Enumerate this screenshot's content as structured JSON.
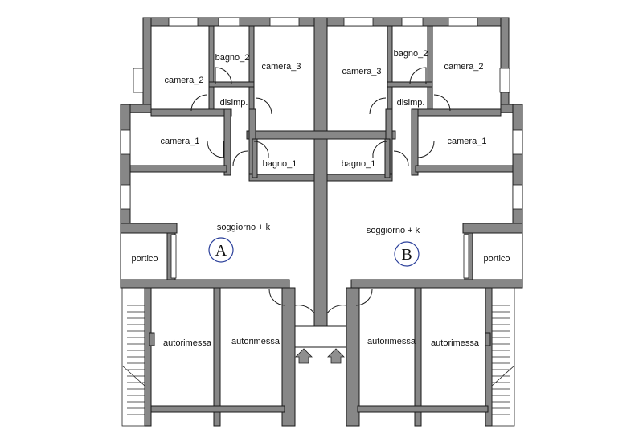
{
  "plan": {
    "units": [
      {
        "id": "A",
        "color": "#2a3f9a"
      },
      {
        "id": "B",
        "color": "#2a3f9a"
      }
    ],
    "rooms_left": {
      "camera_2": "camera_2",
      "bagno_2": "bagno_2",
      "camera_3": "camera_3",
      "disimp": "disimp.",
      "camera_1": "camera_1",
      "bagno_1": "bagno_1",
      "soggiorno": "soggiorno + k",
      "portico": "portico",
      "autorimessa_1": "autorimessa",
      "autorimessa_2": "autorimessa"
    },
    "rooms_right": {
      "camera_3": "camera_3",
      "bagno_2": "bagno_2",
      "camera_2": "camera_2",
      "disimp": "disimp.",
      "camera_1": "camera_1",
      "bagno_1": "bagno_1",
      "soggiorno": "soggiorno + k",
      "portico": "portico",
      "autorimessa_1": "autorimessa",
      "autorimessa_2": "autorimessa"
    }
  }
}
